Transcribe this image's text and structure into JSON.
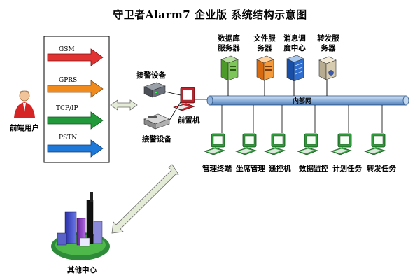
{
  "title": "守卫者Alarm7 企业版 系统结构示意图",
  "frontend_user": "前端用户",
  "protocols": [
    {
      "label": "GSM",
      "color": "#e23333"
    },
    {
      "label": "GPRS",
      "color": "#f08a1c"
    },
    {
      "label": "TCP/IP",
      "color": "#22993a"
    },
    {
      "label": "PSTN",
      "color": "#1e78d8"
    }
  ],
  "receiver_top": "接警设备",
  "receiver_bottom": "接警设备",
  "front_machine": "前置机",
  "network_label": "内部网",
  "servers": [
    {
      "line1": "数据库",
      "line2": "服务器"
    },
    {
      "line1": "文件服",
      "line2": "务器"
    },
    {
      "line1": "消息调",
      "line2": "度中心"
    },
    {
      "line1": "转发服",
      "line2": "务器"
    }
  ],
  "terminals": [
    "管理终端",
    "坐席管理",
    "遥控机",
    "数据监控",
    "计划任务",
    "转发任务"
  ],
  "other_center": "其他中心"
}
